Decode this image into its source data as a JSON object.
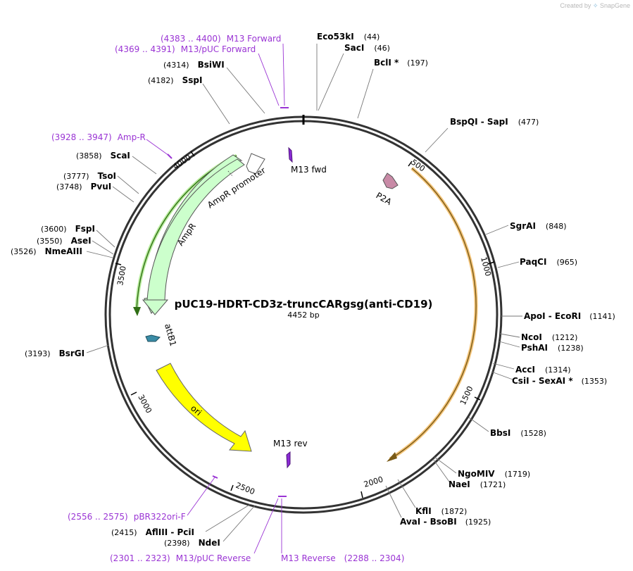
{
  "credit": {
    "prefix": "Created by",
    "brand": "SnapGene"
  },
  "plasmid": {
    "name": "pUC19-HDRT-CD3z-truncCARgsg(anti-CD19)",
    "length_label": "4452 bp",
    "length": 4452
  },
  "ticks": [
    "500",
    "1000",
    "1500",
    "2000",
    "2500",
    "3000",
    "3500",
    "4000"
  ],
  "sites": [
    {
      "id": "eco53ki",
      "name": "Eco53kI",
      "pos": "(44)"
    },
    {
      "id": "saci",
      "name": "SacI",
      "pos": "(46)"
    },
    {
      "id": "bcli",
      "name": "BclI *",
      "pos": "(197)"
    },
    {
      "id": "bspqi-sapi",
      "name": "BspQI  - SapI",
      "pos": "(477)"
    },
    {
      "id": "sgrai",
      "name": "SgrAI",
      "pos": "(848)"
    },
    {
      "id": "paqci",
      "name": "PaqCI",
      "pos": "(965)"
    },
    {
      "id": "apoi-ecori",
      "name": "ApoI  - EcoRI",
      "pos": "(1141)"
    },
    {
      "id": "ncoi",
      "name": "NcoI",
      "pos": "(1212)"
    },
    {
      "id": "pshai",
      "name": "PshAI",
      "pos": "(1238)"
    },
    {
      "id": "acci",
      "name": "AccI",
      "pos": "(1314)"
    },
    {
      "id": "csii-sexai",
      "name": "CsiI  - SexAI *",
      "pos": "(1353)"
    },
    {
      "id": "bbsi",
      "name": "BbsI",
      "pos": "(1528)"
    },
    {
      "id": "ngomiv",
      "name": "NgoMIV",
      "pos": "(1719)"
    },
    {
      "id": "naei",
      "name": "NaeI",
      "pos": "(1721)"
    },
    {
      "id": "kfli",
      "name": "KflI",
      "pos": "(1872)"
    },
    {
      "id": "avai-bsobi",
      "name": "AvaI  - BsoBI",
      "pos": "(1925)"
    },
    {
      "id": "ndei",
      "name": "NdeI",
      "pos": "(2398)"
    },
    {
      "id": "aflIII-pcii",
      "name": "AflIII  - PciI",
      "pos": "(2415)"
    },
    {
      "id": "bsrgi",
      "name": "BsrGI",
      "pos": "(3193)"
    },
    {
      "id": "nmeaiii",
      "name": "NmeAIII",
      "pos": "(3526)"
    },
    {
      "id": "asei",
      "name": "AseI",
      "pos": "(3550)"
    },
    {
      "id": "fspi",
      "name": "FspI",
      "pos": "(3600)"
    },
    {
      "id": "pvui",
      "name": "PvuI",
      "pos": "(3748)"
    },
    {
      "id": "tsoi",
      "name": "TsoI",
      "pos": "(3777)"
    },
    {
      "id": "scai",
      "name": "ScaI",
      "pos": "(3858)"
    },
    {
      "id": "sspi",
      "name": "SspI",
      "pos": "(4182)"
    },
    {
      "id": "bsiwi",
      "name": "BsiWI",
      "pos": "(4314)"
    }
  ],
  "primers": [
    {
      "id": "m13-forward",
      "range": "(4383 .. 4400)",
      "name": "M13 Forward"
    },
    {
      "id": "m13-puc-forward",
      "range": "(4369 .. 4391)",
      "name": "M13/pUC Forward"
    },
    {
      "id": "amp-r",
      "range": "(3928 .. 3947)",
      "name": "Amp-R"
    },
    {
      "id": "pbr322ori-f",
      "range": "(2556 .. 2575)",
      "name": "pBR322ori-F"
    },
    {
      "id": "m13-puc-reverse",
      "range": "(2301 .. 2323)",
      "name": "M13/pUC Reverse"
    },
    {
      "id": "m13-reverse",
      "name": "M13 Reverse",
      "range": "(2288 .. 2304)"
    }
  ],
  "features": [
    {
      "id": "m13-fwd",
      "label": "M13 fwd",
      "color": "#8b2bd6"
    },
    {
      "id": "p2a",
      "label": "P2A",
      "color": "#c88aa6"
    },
    {
      "id": "ampr-promoter",
      "label": "AmpR promoter",
      "color": "#ffffff"
    },
    {
      "id": "ampr",
      "label": "AmpR",
      "color": "#ccffcc"
    },
    {
      "id": "attb1",
      "label": "attB1",
      "color": "#3a8ca6"
    },
    {
      "id": "ori",
      "label": "ori",
      "color": "#ffff00"
    },
    {
      "id": "m13-rev",
      "label": "M13 rev",
      "color": "#8b2bd6"
    }
  ],
  "colors": {
    "backbone": "#333333",
    "primer": "#9a34d4",
    "orf_orange": "#f0b050",
    "orf_green": "#7fd46a"
  }
}
